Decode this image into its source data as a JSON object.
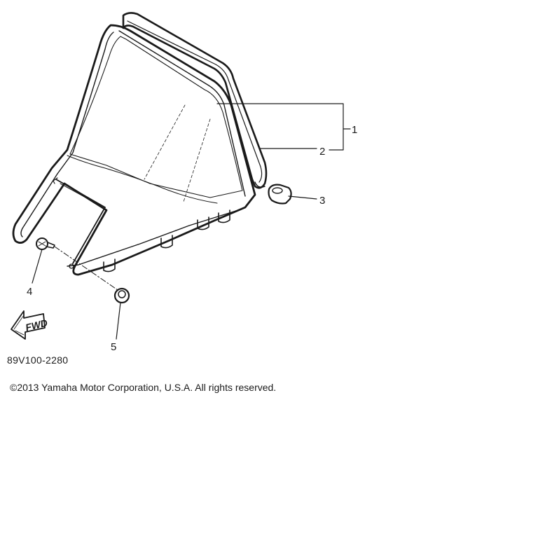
{
  "diagram": {
    "code": "89V100-2280",
    "copyright": "©2013 Yamaha Motor Corporation, U.S.A. All rights reserved.",
    "fwd_label": "FWD",
    "callouts": [
      {
        "number": "1"
      },
      {
        "number": "2"
      },
      {
        "number": "3"
      },
      {
        "number": "4"
      },
      {
        "number": "5"
      }
    ]
  }
}
